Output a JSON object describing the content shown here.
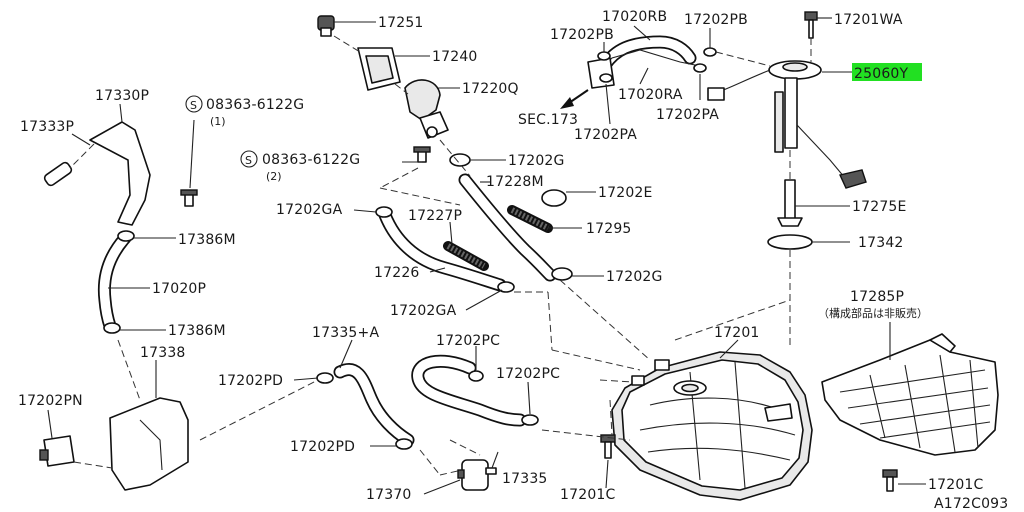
{
  "diagram_id": "A172C093",
  "callouts": [
    {
      "key": "p17251",
      "text": "17251"
    },
    {
      "key": "p17240",
      "text": "17240"
    },
    {
      "key": "p17220Q",
      "text": "17220Q"
    },
    {
      "key": "p17020RB",
      "text": "17020RB"
    },
    {
      "key": "p17202PB_a",
      "text": "17202PB"
    },
    {
      "key": "p17202PB_b",
      "text": "17202PB"
    },
    {
      "key": "p17201WA",
      "text": "17201WA"
    },
    {
      "key": "p25060Y",
      "text": "25060Y",
      "highlight": true
    },
    {
      "key": "p17020RA",
      "text": "17020RA"
    },
    {
      "key": "p17202PA_a",
      "text": "17202PA"
    },
    {
      "key": "p17202PA_b",
      "text": "17202PA"
    },
    {
      "key": "pSEC173",
      "text": "SEC.173"
    },
    {
      "key": "p17330P",
      "text": "17330P"
    },
    {
      "key": "p17333P",
      "text": "17333P"
    },
    {
      "key": "pScrew1",
      "text": "08363-6122G",
      "qty": "(1)"
    },
    {
      "key": "pScrew2",
      "text": "08363-6122G",
      "qty": "(2)"
    },
    {
      "key": "p17202G_a",
      "text": "17202G"
    },
    {
      "key": "p17228M",
      "text": "17228M"
    },
    {
      "key": "p17202E",
      "text": "17202E"
    },
    {
      "key": "p17295",
      "text": "17295"
    },
    {
      "key": "p17202G_b",
      "text": "17202G"
    },
    {
      "key": "p17275E",
      "text": "17275E"
    },
    {
      "key": "p17342",
      "text": "17342"
    },
    {
      "key": "p17202GA_a",
      "text": "17202GA"
    },
    {
      "key": "p17227P",
      "text": "17227P"
    },
    {
      "key": "p17226",
      "text": "17226"
    },
    {
      "key": "p17202GA_b",
      "text": "17202GA"
    },
    {
      "key": "p17386M_a",
      "text": "17386M"
    },
    {
      "key": "p17020P",
      "text": "17020P"
    },
    {
      "key": "p17386M_b",
      "text": "17386M"
    },
    {
      "key": "p17338",
      "text": "17338"
    },
    {
      "key": "p17202PN",
      "text": "17202PN"
    },
    {
      "key": "p17335A",
      "text": "17335+A"
    },
    {
      "key": "p17202PD_a",
      "text": "17202PD"
    },
    {
      "key": "p17202PD_b",
      "text": "17202PD"
    },
    {
      "key": "p17202PC_a",
      "text": "17202PC"
    },
    {
      "key": "p17202PC_b",
      "text": "17202PC"
    },
    {
      "key": "p17335",
      "text": "17335"
    },
    {
      "key": "p17370",
      "text": "17370"
    },
    {
      "key": "p17201",
      "text": "17201"
    },
    {
      "key": "p17201C_a",
      "text": "17201C"
    },
    {
      "key": "p17285P",
      "text": "17285P",
      "note": "（構成部品は非販売）"
    },
    {
      "key": "p17201C_b",
      "text": "17201C"
    }
  ],
  "colors": {
    "highlight": "#22e022",
    "ink": "#111111"
  },
  "icons": {
    "screw_symbol": "circled-s-icon",
    "arrow": "arrow-sec-icon"
  }
}
